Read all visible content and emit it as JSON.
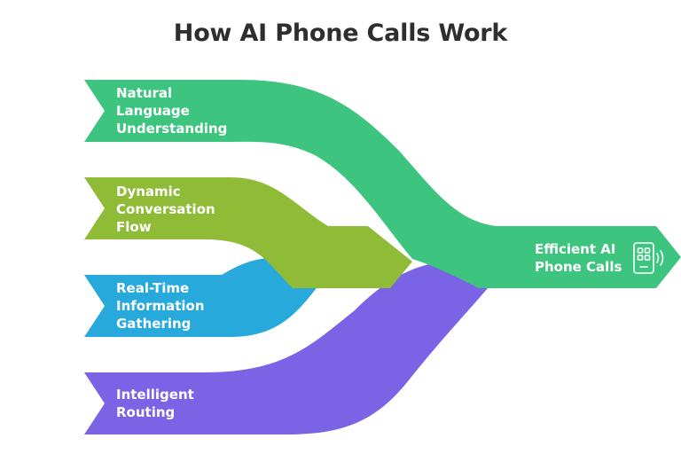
{
  "title": "How AI Phone Calls Work",
  "inputs": [
    {
      "lines": [
        "Natural",
        "Language",
        "Understanding"
      ],
      "color": "#3dc47e"
    },
    {
      "lines": [
        "Dynamic",
        "Conversation",
        "Flow"
      ],
      "color": "#8fbb37"
    },
    {
      "lines": [
        "Real-Time",
        "Information",
        "Gathering"
      ],
      "color": "#27a9dc"
    },
    {
      "lines": [
        "Intelligent",
        "Routing"
      ],
      "color": "#7b63e6"
    }
  ],
  "output": {
    "lines": [
      "Efficient AI",
      "Phone Calls"
    ],
    "color": "#3dc47e",
    "icon": "smartphone-icon"
  }
}
